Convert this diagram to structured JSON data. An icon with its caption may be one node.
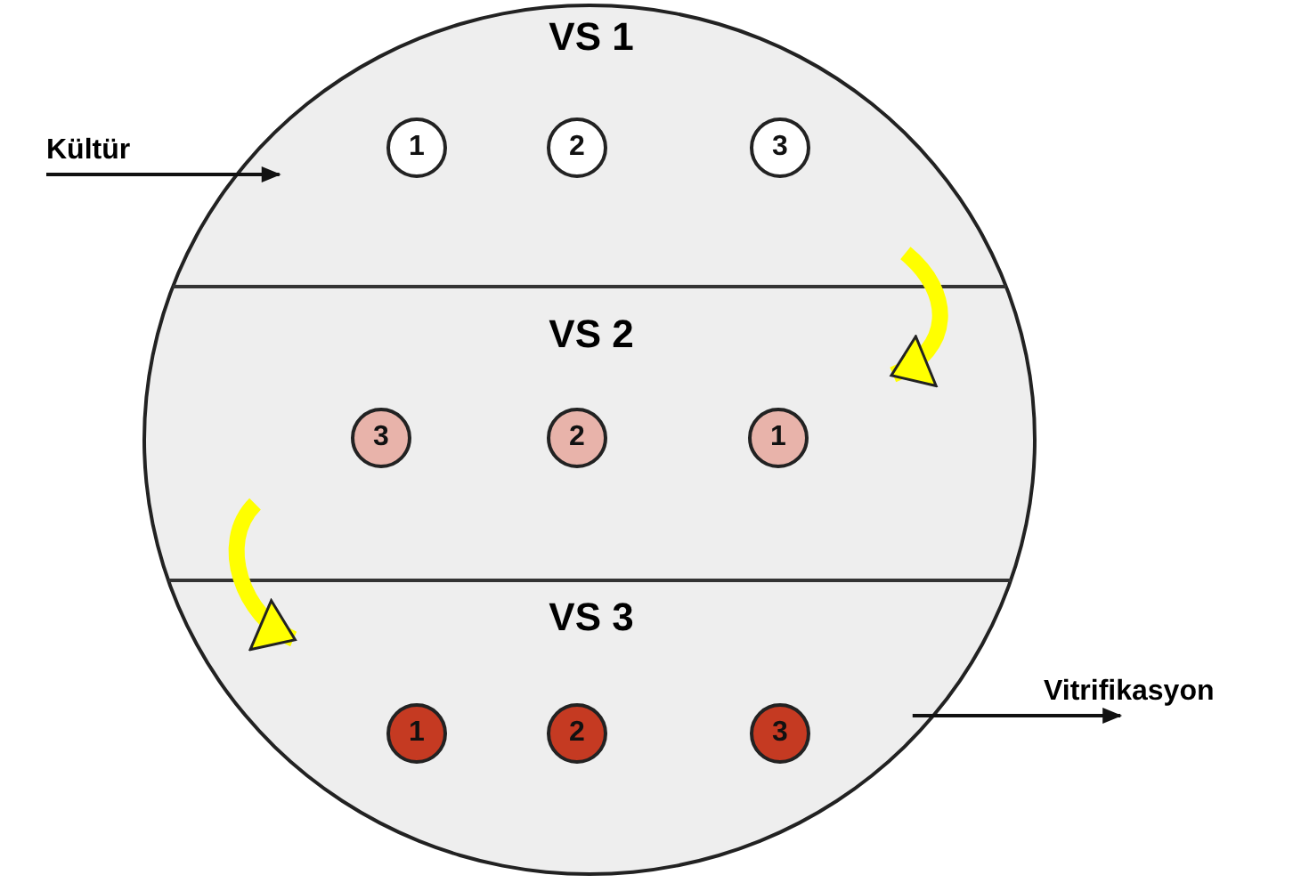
{
  "diagram": {
    "nodes": [
      {
        "text": [],
        "shape": "circle"
      },
      {
        "text": [
          "VS 1"
        ],
        "in": 0
      },
      {
        "text": [
          "1"
        ],
        "in": 1
      },
      {
        "text": [
          "2"
        ],
        "in": 1
      },
      {
        "text": [
          "3"
        ],
        "in": 1
      },
      {
        "text": [
          "VS 2"
        ],
        "in": 0
      },
      {
        "text": [
          "3"
        ],
        "in": 5
      },
      {
        "text": [
          "2"
        ],
        "in": 5
      },
      {
        "text": [
          "1"
        ],
        "in": 5
      },
      {
        "text": [
          "VS 3"
        ],
        "in": 0
      },
      {
        "text": [
          "1"
        ],
        "in": 9
      },
      {
        "text": [
          "2"
        ],
        "in": 9
      },
      {
        "text": [
          "3"
        ],
        "in": 9
      },
      {
        "text": [
          "Kültür"
        ]
      },
      {
        "text": [
          "Vitrifikasyon"
        ]
      }
    ],
    "edges": [
      {
        "from": 13,
        "to": 1,
        "arrow": "to"
      },
      {
        "from": 1,
        "to": 5,
        "arrow": "to",
        "style": "thick",
        "color": "#ffff00"
      },
      {
        "from": 5,
        "to": 9,
        "arrow": "to",
        "style": "thick",
        "color": "#ffff00"
      },
      {
        "from": 9,
        "to": 14,
        "arrow": "to"
      }
    ]
  }
}
